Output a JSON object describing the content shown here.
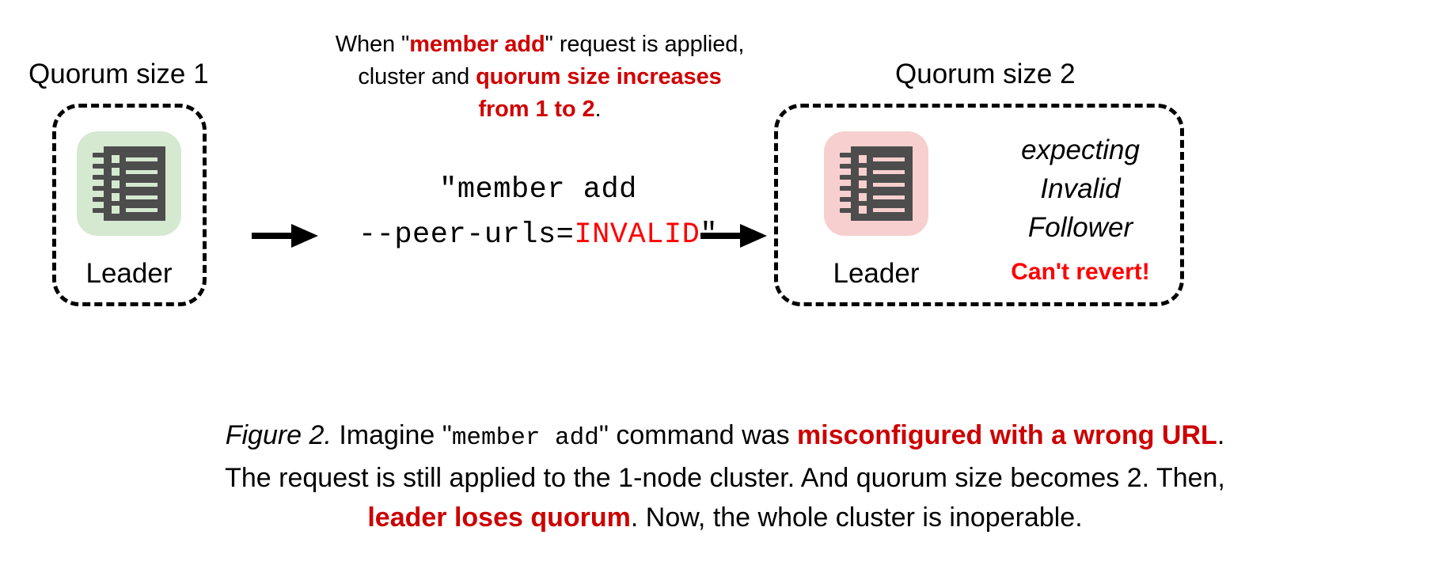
{
  "top_annotation": {
    "line1_a": "When \"",
    "line1_b": "member add",
    "line1_c": "\" request is applied,",
    "line2_a": "cluster and ",
    "line2_b": "quorum size increases",
    "line3_a": "from 1 to 2",
    "line3_b": "."
  },
  "left_cluster": {
    "quorum_label": "Quorum size 1",
    "node_label": "Leader",
    "node_color": "#d5e8d0",
    "icon": "notebook-icon"
  },
  "right_cluster": {
    "quorum_label": "Quorum size 2",
    "node_label": "Leader",
    "node_color": "#f7cfcf",
    "icon": "notebook-icon",
    "status_line_1": "expecting",
    "status_line_2": "Invalid",
    "status_line_3": "Follower",
    "warning": "Can't revert!",
    "warning_color": "#ff0000"
  },
  "command": {
    "line1": "\"member add",
    "line2_prefix": "--peer-urls=",
    "line2_invalid": "INVALID",
    "line2_suffix": "\"",
    "invalid_color": "#ff0000"
  },
  "caption": {
    "fig_label": "Figure 2.",
    "s1": " Imagine \"",
    "mono1": "member add",
    "s2": "\" command was ",
    "red1": "misconfigured with a wrong URL",
    "s3": ".",
    "s4": "The request is still applied to the 1-node cluster. And quorum size becomes 2. Then,",
    "red2": "leader loses quorum",
    "s5": ". Now, the whole cluster is inoperable."
  },
  "accent": {
    "annotation_red": "#d00000",
    "caption_red": "#cc0000",
    "bright_red": "#ff0000",
    "icon_body": "#4d4d4d"
  }
}
